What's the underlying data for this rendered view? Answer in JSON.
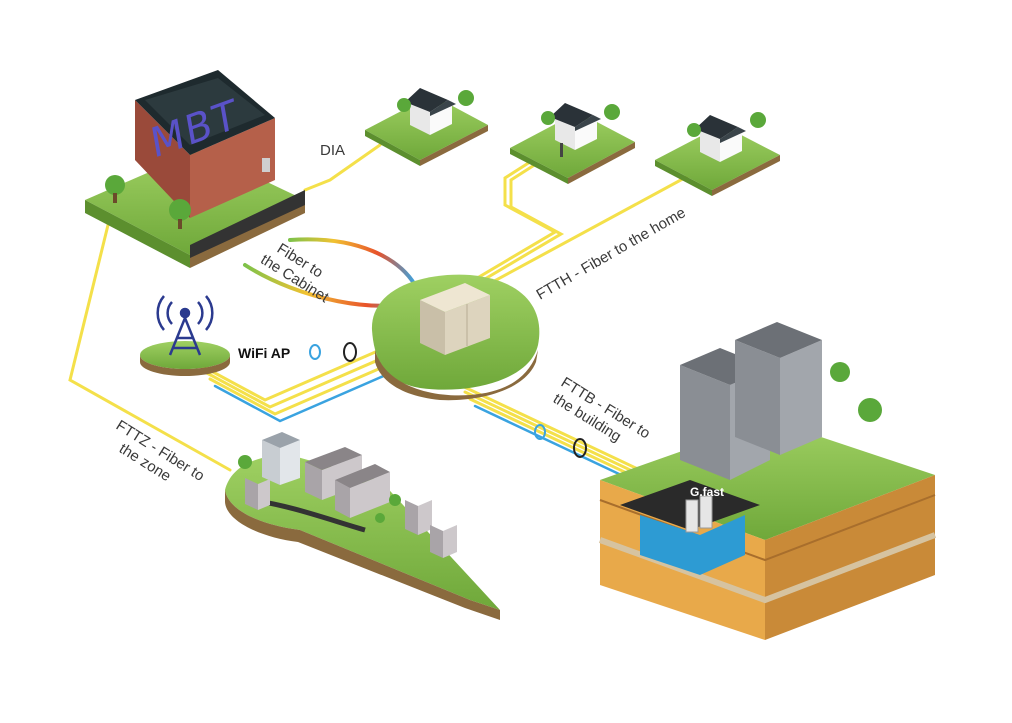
{
  "colors": {
    "fiber_yellow": "#f4e04a",
    "fiber_blue": "#3aa3e0",
    "grass": "#7fb446",
    "grass_dark": "#5c8f2e",
    "soil": "#8a6a3e",
    "ground_yellow": "#e8a94a",
    "water": "#2d9bd3"
  },
  "labels": {
    "mbt_sign": "MBT",
    "dia": "DIA",
    "fttc_line1": "Fiber to",
    "fttc_line2": "the Cabinet",
    "ftth": "FTTH - Fiber to the home",
    "wifi": "WiFi AP",
    "fttb_line1": "FTTB - Fiber to",
    "fttb_line2": "the building",
    "fttz_line1": "FTTZ - Fiber to",
    "fttz_line2": "the zone",
    "gfast": "G.fast"
  },
  "icons": [
    "wifi-tower-icon",
    "house-icon",
    "apartment-building-icon",
    "cabinet-icon",
    "data-center-icon"
  ]
}
